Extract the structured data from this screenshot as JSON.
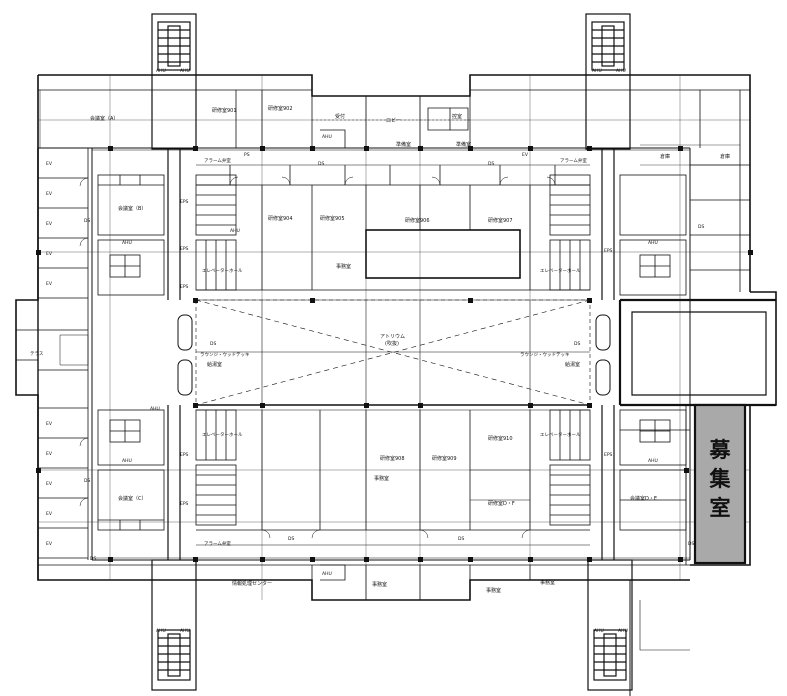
{
  "plan": {
    "highlight": {
      "label_lines": [
        "募",
        "集",
        "室"
      ],
      "fill": "#a9a9a9"
    },
    "rooms": {
      "conf_a": "会議室（A）",
      "conf_b": "会議室（B）",
      "conf_c": "会議室（C）",
      "conf_d_e": "会議室D・E",
      "r901": "研修室901",
      "r902": "研修室902",
      "r904": "研修室904",
      "r905": "研修室905",
      "r906": "研修室906",
      "r907": "研修室907",
      "r908": "研修室908",
      "r909": "研修室909",
      "r910": "研修室910",
      "rd_f": "研修室D・F",
      "lobby": "ロビー",
      "reception": "受付",
      "waiting": "控室",
      "prep_l": "準備室",
      "prep_r": "準備室",
      "storage1": "倉庫",
      "storage2": "倉庫",
      "atrium": "アトリウム",
      "atrium_sub": "(吹抜)",
      "info_center": "情報処理センター",
      "office1": "事務室",
      "office2": "事務室",
      "office3": "事務室",
      "office4": "事務室",
      "office5": "事務室",
      "kyuto": "給湯室",
      "kyuto2": "給湯室"
    },
    "tags": {
      "ahu": "AHU",
      "ds": "DS",
      "eps": "EPS",
      "ev_hall": "エレベーターホール",
      "alarm": "アラーム弁室",
      "terrace": "テラス",
      "hallway": "ラウンジ・ウッドデッキ",
      "ev": "EV",
      "pipe": "PS"
    }
  }
}
